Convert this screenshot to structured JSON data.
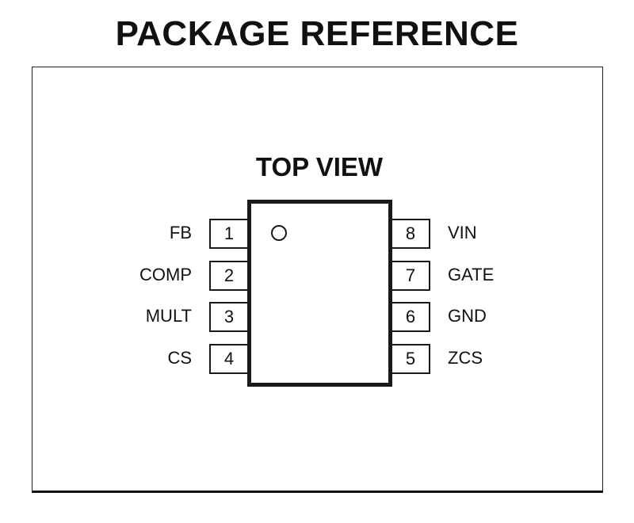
{
  "title": "PACKAGE REFERENCE",
  "view_label": "TOP VIEW",
  "pins_left": [
    {
      "number": "1",
      "name": "FB"
    },
    {
      "number": "2",
      "name": "COMP"
    },
    {
      "number": "3",
      "name": "MULT"
    },
    {
      "number": "4",
      "name": "CS"
    }
  ],
  "pins_right": [
    {
      "number": "8",
      "name": "VIN"
    },
    {
      "number": "7",
      "name": "GATE"
    },
    {
      "number": "6",
      "name": "GND"
    },
    {
      "number": "5",
      "name": "ZCS"
    }
  ]
}
